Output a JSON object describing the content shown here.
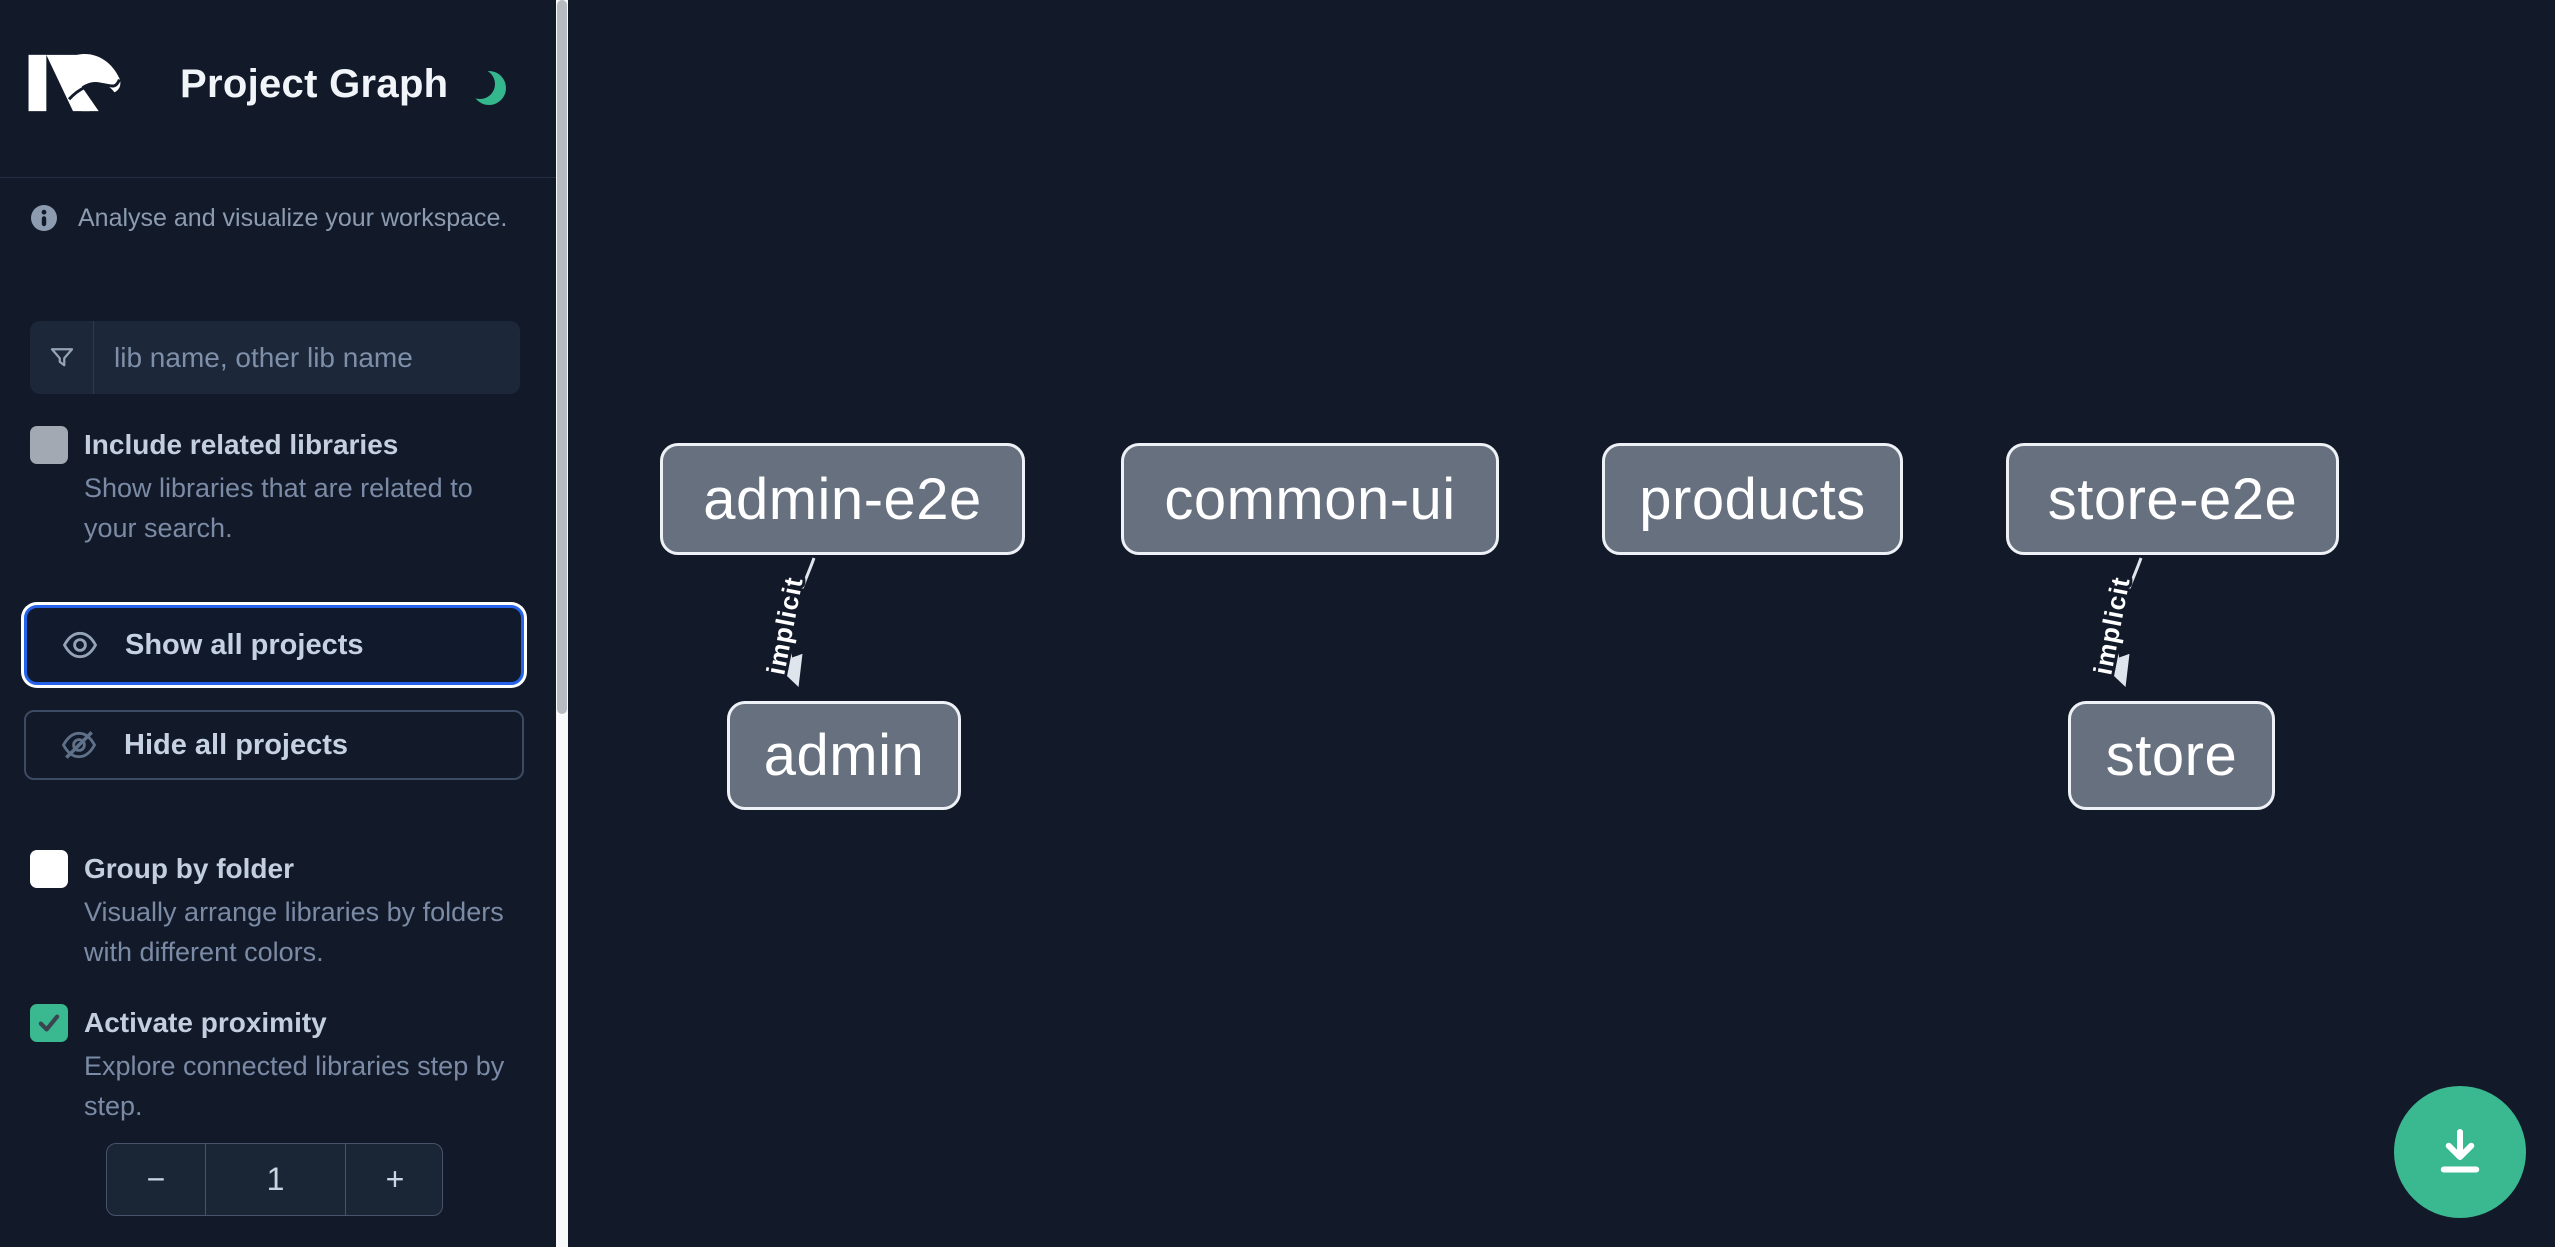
{
  "app": {
    "title": "Project Graph"
  },
  "colors": {
    "background": "#121a2a",
    "accent_green": "#3ab890",
    "focus_blue": "#2563eb",
    "node_fill": "#67707f",
    "node_border": "#eef2f7",
    "label_text": "#c3cfdf",
    "muted_text": "#7b8aa5"
  },
  "sidebar": {
    "info_text": "Analyse and visualize your workspace.",
    "search": {
      "placeholder": "lib name, other lib name",
      "value": ""
    },
    "checkboxes": [
      {
        "id": "include-related-libraries",
        "label": "Include related libraries",
        "description": "Show libraries that are related to your search.",
        "checked": false,
        "style": "gray-disabled"
      },
      {
        "id": "group-by-folder",
        "label": "Group by folder",
        "description": "Visually arrange libraries by folders with different colors.",
        "checked": false,
        "style": "white"
      },
      {
        "id": "activate-proximity",
        "label": "Activate proximity",
        "description": "Explore connected libraries step by step.",
        "checked": true,
        "style": "green-checked"
      }
    ],
    "buttons": {
      "show_all": "Show all projects",
      "hide_all": "Hide all projects"
    },
    "stepper": {
      "decrement": "−",
      "value": "1",
      "increment": "+"
    }
  },
  "graph": {
    "nodes": [
      {
        "label": "admin-e2e"
      },
      {
        "label": "common-ui"
      },
      {
        "label": "products"
      },
      {
        "label": "store-e2e"
      },
      {
        "label": "admin"
      },
      {
        "label": "store"
      }
    ],
    "edges": [
      {
        "from": "admin-e2e",
        "to": "admin",
        "label": "implicit"
      },
      {
        "from": "store-e2e",
        "to": "store",
        "label": "implicit"
      }
    ]
  },
  "fab": {
    "icon": "download-icon"
  }
}
